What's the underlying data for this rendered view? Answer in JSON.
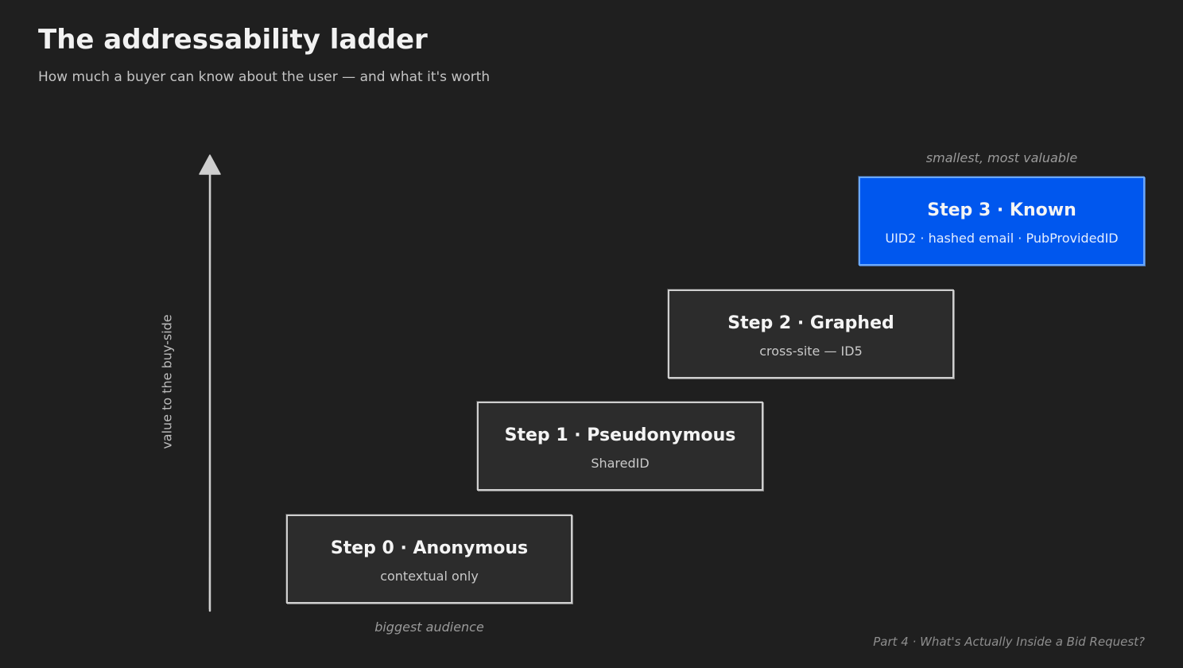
{
  "header": {
    "title": "The addressability ladder",
    "subtitle": "How much a buyer can know about the user — and what it's worth"
  },
  "axis": {
    "label": "value to the buy-side"
  },
  "steps": [
    {
      "title": "Step 0 · Anonymous",
      "subtitle": "contextual only"
    },
    {
      "title": "Step 1 · Pseudonymous",
      "subtitle": "SharedID"
    },
    {
      "title": "Step 2 · Graphed",
      "subtitle": "cross-site — ID5"
    },
    {
      "title": "Step 3 · Known",
      "subtitle": "UID2 · hashed email · PubProvidedID"
    }
  ],
  "notes": {
    "top": "smallest, most valuable",
    "bottom": "biggest audience"
  },
  "footer": {
    "text": "Part 4 · What's Actually Inside a Bid Request?"
  },
  "colors": {
    "background": "#1f1f1f",
    "box": "#2c2c2c",
    "accent": "#0057ee"
  }
}
